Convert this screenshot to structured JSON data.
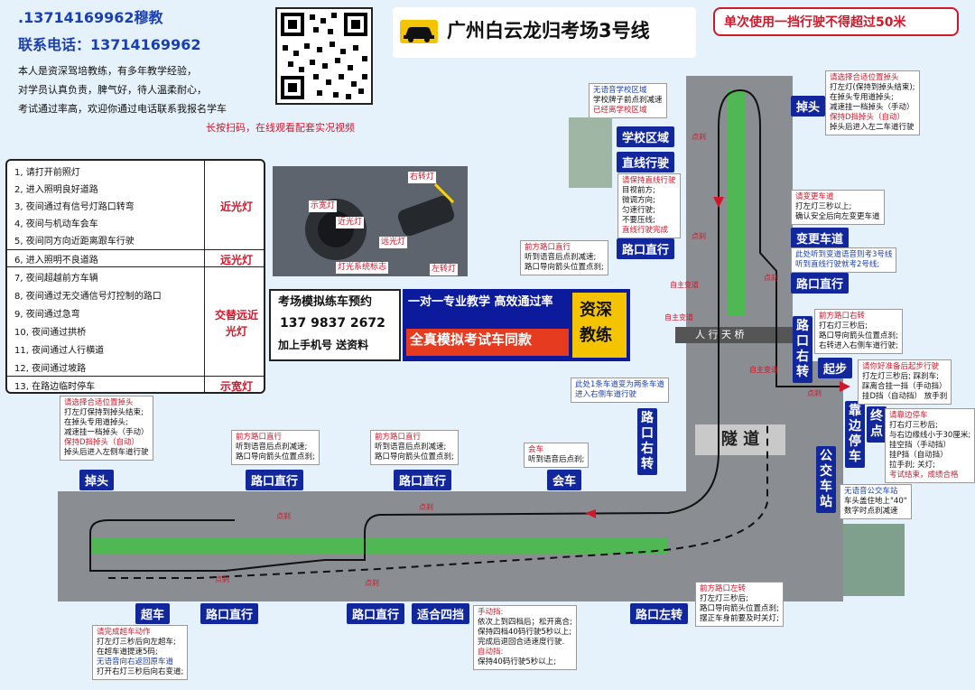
{
  "header": {
    "phone": ".13714169962穆教",
    "contact": "联系电话：13714169962",
    "intro_lines": [
      "本人是资深驾培教练，有多年教学经验，",
      "对学员认真负责，脾气好，待人温柔耐心，",
      "考试通过率高，欢迎你通过电话联系我报名学车"
    ],
    "scan_note": "长按扫码，在线观看配套实况视频",
    "title": "广州白云龙归考场3号线",
    "warning": "单次使用一挡行驶不得超过50米"
  },
  "light_table": {
    "rows": [
      "1,   请打开前照灯",
      "2,   进入照明良好道路",
      "3,   夜间通过有信号灯路口转弯",
      "4,   夜间与机动车会车",
      "5,   夜间同方向近距离跟车行驶",
      "6,   进入照明不良道路",
      "7,   夜间超越前方车辆",
      "8,   夜间通过无交通信号灯控制的路口",
      "9,   夜间通过急弯",
      "10,  夜间通过拱桥",
      "11,  夜间通过人行横道",
      "12,  夜间通过坡路",
      "13,  在路边临时停车"
    ],
    "groups": [
      "近光灯",
      "远光灯",
      "交替远近光灯",
      "示宽灯"
    ]
  },
  "switch_photo_labels": [
    "右转灯",
    "示宽灯",
    "近光灯",
    "远光灯",
    "左转灯",
    "灯光系统标志"
  ],
  "promo": {
    "line1": "考场模拟练车预约",
    "phone": "137 9837 2672",
    "line3": "加上手机号   送资料",
    "banner1": "一对一专业教学 高效通过率",
    "banner2": "全真模拟考试车同款",
    "badge": "资深教练"
  },
  "labels": {
    "u_turn_right": "掉头",
    "school_zone": "学校区域",
    "straight": "直线行驶",
    "intersection_straight": "路口直行",
    "lane_change": "变更车道",
    "right_turn": "路口右转",
    "start": "起步",
    "pull_over": "靠边停车",
    "end": "终点",
    "bus_stop": "公交车站",
    "meeting": "会车",
    "u_turn_left": "掉头",
    "overtake": "超车",
    "gear_four": "适合四挡",
    "left_turn": "路口左转",
    "tunnel": "隧  道",
    "overpass": "人  行  天  桥"
  },
  "notes": {
    "uturn_top": [
      "请选择合适位置掉头",
      "打左灯(保持到掉头结束);",
      "在掉头专用道掉头;",
      "减速挂一档掉头（手动）",
      "保持D挡掉头（自动）",
      "掉头后进入左二车道行驶"
    ],
    "school": [
      "无语音学校区域",
      "学校牌子前点刹减速",
      "已经离学校区域"
    ],
    "straight_note": [
      "请保持直线行驶",
      "目视前方;",
      "微调方向;",
      "匀速行驶;",
      "不要压线;",
      "直线行驶完成"
    ],
    "lane_change_note": [
      "请变更车道",
      "打左灯三秒以上;",
      "确认安全后向左变更车道"
    ],
    "exam3_note": [
      "此处听到变道语音则考3号线",
      "听到直线行驶就考2号线;"
    ],
    "front_straight_top": [
      "前方路口直行",
      "听到语音后点刹减速;",
      "路口导向箭头位置点刹;"
    ],
    "right_turn_note": [
      "前方路口右转",
      "打右灯三秒后;",
      "路口导向箭头位置点刹;",
      "右转进入右侧车道行驶;"
    ],
    "start_note": [
      "请你好准备后起步行驶",
      "打左灯三秒后;   踩刹车;",
      "踩离合挂一挡（手动挡）",
      "挂D挡（自动挡）   放手刹"
    ],
    "pull_note": [
      "请靠边停车",
      "打右灯三秒后;",
      "与右边缘线小于30厘米;",
      "挂空挡（手动挡）",
      "挂P挡（自动挡）",
      "拉手刹;   关灯;",
      "考试结束，成绩合格"
    ],
    "two_lane_note": [
      "此处1条车道变为两条车道",
      "进入右侧车道行驶"
    ],
    "uturn_left": [
      "请选择合适位置掉头",
      "打左灯保持到掉头结束;",
      "在掉头专用道掉头;",
      "减速挂一档掉头（手动）",
      "保持D挡掉头（自动）",
      "掉头后进入左侧车道行驶"
    ],
    "front_straight_1": [
      "前方路口直行",
      "听到语音后点刹减速;",
      "路口导向箭头位置点刹;"
    ],
    "front_straight_2": [
      "前方路口直行",
      "听到语音后点刹减速;",
      "路口导向箭头位置点刹;"
    ],
    "meeting_note": [
      "会车",
      "听到语音后点刹;"
    ],
    "bus_note": [
      "无语音公交车站",
      "车头盖住地上\"40\"",
      "数字时点刹减速"
    ],
    "overtake_note": [
      "请完成超车动作",
      "打左灯三秒后向左超车;",
      "在超车道提速5码;",
      "无语音向右返回原车道",
      "打开右灯三秒后向右变道;"
    ],
    "gear_note": [
      "手动挡:",
      "依次上到四档后；松开离合;",
      "保持四档40码行驶5秒以上;",
      "完成后退回合适速度行驶.",
      "自动挡:",
      "保持40码行驶5秒以上;"
    ],
    "left_turn_note": [
      "前方路口左转",
      "打左灯三秒后;",
      "路口导向箭头位置点刹;",
      "摆正车身前要及时关灯;"
    ]
  },
  "markers": {
    "brake": "点刹",
    "self_lane": "自主变道"
  },
  "colors": {
    "label_blue": "#13279c",
    "road_gray": "#8a8d92",
    "median_green": "#4fb852",
    "warning_red": "#d0182b",
    "background": "#e6f2fb"
  }
}
